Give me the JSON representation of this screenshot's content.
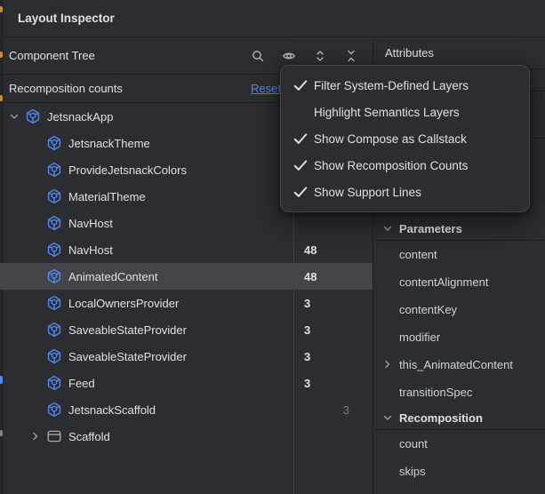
{
  "window": {
    "title": "Layout Inspector"
  },
  "left_panel": {
    "header": {
      "title": "Component Tree",
      "icons": [
        "search-icon",
        "eye-icon",
        "expand-all-icon",
        "collapse-all-icon"
      ]
    },
    "recomposition_bar": {
      "label": "Recomposition counts",
      "reset_label": "Reset"
    },
    "tree": {
      "rows": [
        {
          "label": "JetsnackApp",
          "count": "",
          "depth": 0,
          "chevron": "down",
          "icon": "compose",
          "selected": false
        },
        {
          "label": "JetsnackTheme",
          "count": "",
          "depth": 1,
          "chevron": null,
          "icon": "compose",
          "selected": false
        },
        {
          "label": "ProvideJetsnackColors",
          "count": "",
          "depth": 1,
          "chevron": null,
          "icon": "compose",
          "selected": false
        },
        {
          "label": "MaterialTheme",
          "count": "",
          "depth": 1,
          "chevron": null,
          "icon": "compose",
          "selected": false
        },
        {
          "label": "NavHost",
          "count": "",
          "depth": 1,
          "chevron": null,
          "icon": "compose",
          "selected": false
        },
        {
          "label": "NavHost",
          "count": "48",
          "depth": 1,
          "chevron": null,
          "icon": "compose",
          "selected": false
        },
        {
          "label": "AnimatedContent",
          "count": "48",
          "depth": 1,
          "chevron": null,
          "icon": "compose",
          "selected": true
        },
        {
          "label": "LocalOwnersProvider",
          "count": "3",
          "depth": 1,
          "chevron": null,
          "icon": "compose",
          "selected": false
        },
        {
          "label": "SaveableStateProvider",
          "count": "3",
          "depth": 1,
          "chevron": null,
          "icon": "compose",
          "selected": false
        },
        {
          "label": "SaveableStateProvider",
          "count": "3",
          "depth": 1,
          "chevron": null,
          "icon": "compose",
          "selected": false
        },
        {
          "label": "Feed",
          "count": "3",
          "depth": 1,
          "chevron": null,
          "icon": "compose",
          "selected": false
        },
        {
          "label": "JetsnackScaffold",
          "count": "3",
          "depth": 1,
          "chevron": null,
          "icon": "compose",
          "selected": false,
          "count_dim": true
        },
        {
          "label": "Scaffold",
          "count": "",
          "depth": 1,
          "chevron": "right",
          "icon": "scaffold",
          "selected": false
        }
      ]
    }
  },
  "menu": {
    "items": [
      {
        "label": "Filter System-Defined Layers",
        "checked": true
      },
      {
        "label": "Highlight Semantics Layers",
        "checked": false
      },
      {
        "label": "Show Compose as Callstack",
        "checked": true
      },
      {
        "label": "Show Recomposition Counts",
        "checked": true
      },
      {
        "label": "Show Support Lines",
        "checked": true
      }
    ]
  },
  "right_panel": {
    "header": "Attributes",
    "sections": [
      {
        "label": "Parameters",
        "items": [
          "content",
          "contentAlignment",
          "contentKey",
          "modifier",
          "this_AnimatedContent",
          "transitionSpec"
        ]
      },
      {
        "label": "Recomposition",
        "items": [
          "count",
          "skips"
        ]
      }
    ]
  },
  "colors": {
    "panel_bg": "#2B2D30",
    "border": "#1E1F22",
    "selection_bg": "#43454A",
    "accent_blue": "#548AF7",
    "compose_icon_blue": "#548AF7",
    "text": "#DFE1E5",
    "dim_text": "#787C83"
  }
}
